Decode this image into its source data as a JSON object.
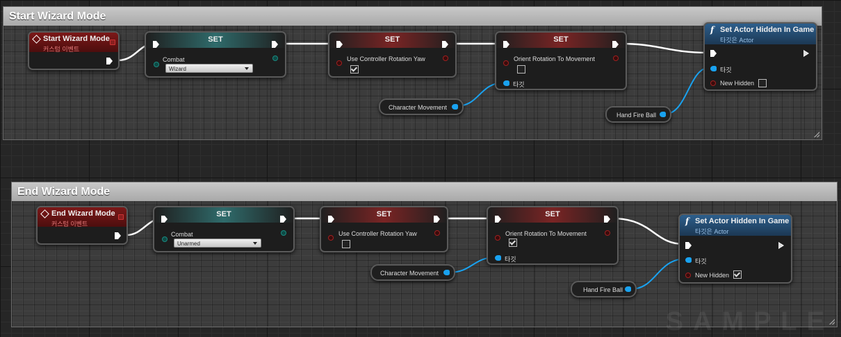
{
  "top_group": {
    "comment_title": "Start Wizard Mode",
    "event": {
      "title": "Start Wizard Mode",
      "subtitle": "커스텀 이벤트"
    },
    "set1": {
      "title": "SET",
      "pin_label": "Combat",
      "dropdown_value": "Wizard"
    },
    "set2": {
      "title": "SET",
      "pin_label": "Use Controller Rotation Yaw",
      "checked": true
    },
    "set3": {
      "title": "SET",
      "pin_label": "Orient Rotation To Movement",
      "target_label": "타깃",
      "checked": false
    },
    "var_character_movement": "Character Movement",
    "func": {
      "title": "Set Actor Hidden In Game",
      "subtitle": "타깃은 Actor",
      "target_label": "타깃",
      "new_hidden_label": "New Hidden",
      "new_hidden_checked": false
    },
    "var_hand_fire_ball": "Hand Fire Ball"
  },
  "bottom_group": {
    "comment_title": "End Wizard Mode",
    "event": {
      "title": "End Wizard Mode",
      "subtitle": "커스텀 이벤트"
    },
    "set1": {
      "title": "SET",
      "pin_label": "Combat",
      "dropdown_value": "Unarmed"
    },
    "set2": {
      "title": "SET",
      "pin_label": "Use Controller Rotation Yaw",
      "checked": false
    },
    "set3": {
      "title": "SET",
      "pin_label": "Orient Rotation To Movement",
      "target_label": "타깃",
      "checked": true
    },
    "var_character_movement": "Character Movement",
    "func": {
      "title": "Set Actor Hidden In Game",
      "subtitle": "타깃은 Actor",
      "target_label": "타깃",
      "new_hidden_label": "New Hidden",
      "new_hidden_checked": true
    },
    "var_hand_fire_ball": "Hand Fire Ball"
  },
  "colors": {
    "exec_wire": "#ffffff",
    "object_wire": "#19a2f0",
    "event_header": "#7c1818",
    "set_teal": "#2f6b6b",
    "set_red": "#7a2424",
    "func_header": "#2d5f8c"
  },
  "watermark": "SAMPLE"
}
